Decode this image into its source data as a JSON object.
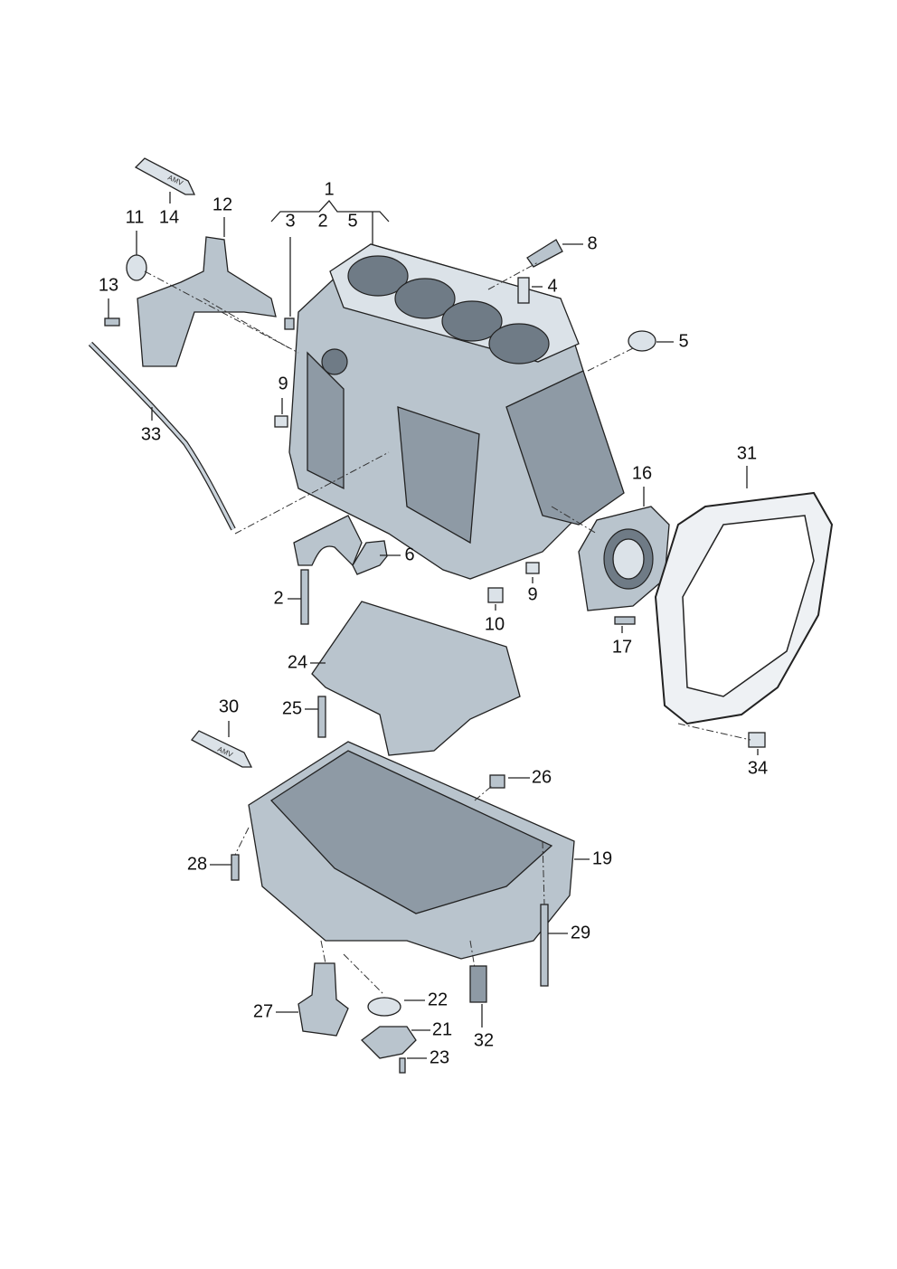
{
  "diagram": {
    "callouts": [
      "1",
      "3",
      "2",
      "5",
      "8",
      "4",
      "5",
      "11",
      "14",
      "12",
      "13",
      "9",
      "33",
      "31",
      "16",
      "6",
      "9",
      "2",
      "10",
      "17",
      "24",
      "25",
      "30",
      "34",
      "26",
      "19",
      "28",
      "29",
      "22",
      "27",
      "21",
      "23",
      "32"
    ],
    "tube_marking": "AMV",
    "part_color": "#b9c4cd"
  }
}
